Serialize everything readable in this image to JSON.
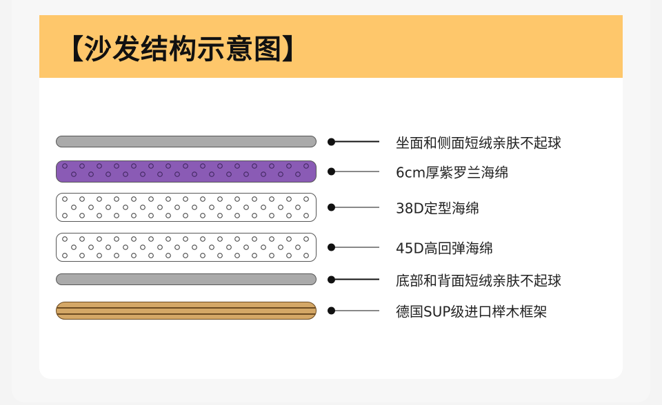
{
  "title": "【沙发结构示意图】",
  "layers": [
    {
      "label": "坐面和侧面短绒亲肤不起球",
      "type": "fabric",
      "color": "#aaaaaa"
    },
    {
      "label": "6cm厚紫罗兰海绵",
      "type": "dots2",
      "color": "#8a5bb5"
    },
    {
      "label": "38D定型海绵",
      "type": "dots3",
      "color": "#ffffff"
    },
    {
      "label": "45D高回弹海绵",
      "type": "dots3",
      "color": "#ffffff"
    },
    {
      "label": "底部和背面短绒亲肤不起球",
      "type": "fabric",
      "color": "#aaaaaa"
    },
    {
      "label": "德国SUP级进口榉木框架",
      "type": "wood",
      "color": "#d4a766"
    }
  ]
}
